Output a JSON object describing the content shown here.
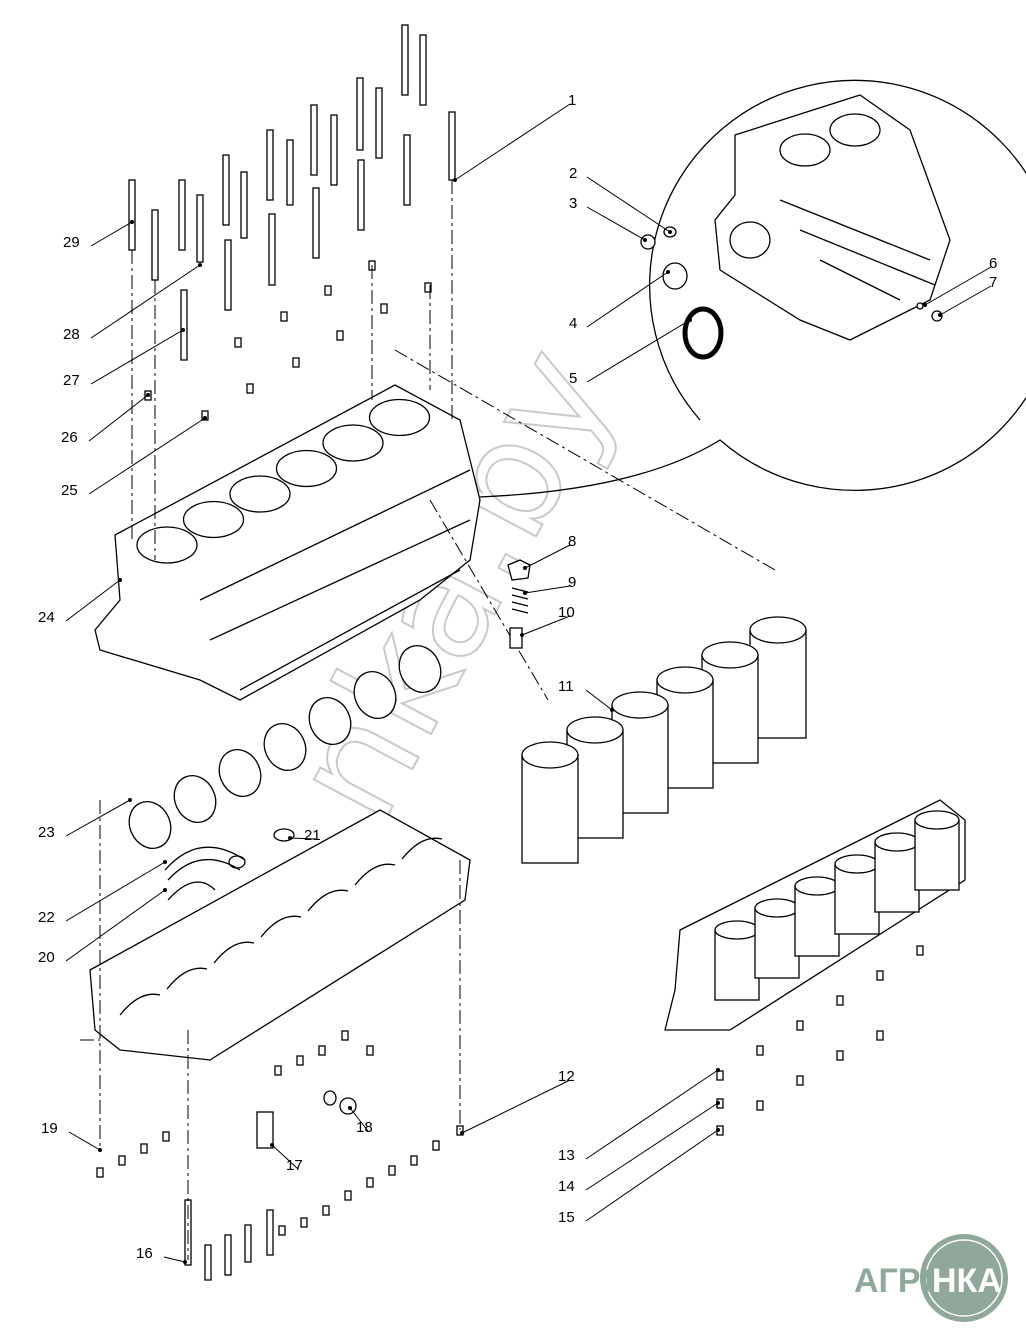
{
  "diagram": {
    "title": "Cylinder block exploded view",
    "callouts": [
      "1",
      "2",
      "3",
      "4",
      "5",
      "6",
      "7",
      "8",
      "9",
      "10",
      "11",
      "12",
      "13",
      "14",
      "15",
      "16",
      "17",
      "18",
      "19",
      "20",
      "21",
      "22",
      "23",
      "24",
      "25",
      "26",
      "27",
      "28",
      "29"
    ]
  },
  "watermark": {
    "text": "nka.by"
  },
  "logo": {
    "left": "АГРО",
    "right": "НКА",
    "color": "#8fa89a"
  }
}
